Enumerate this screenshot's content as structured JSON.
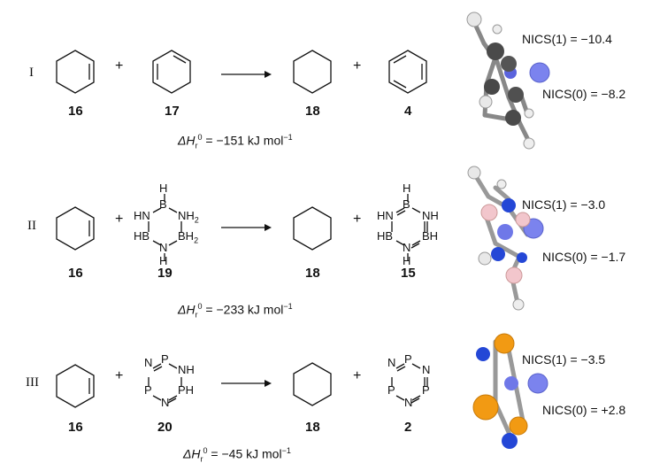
{
  "reactions": [
    {
      "roman": "I",
      "reactant1": "16",
      "reactant2": "17",
      "product1": "18",
      "product2": "4",
      "plus": "+",
      "dh_prefix": "ΔH",
      "dh_sub": "r",
      "dh_sup": "0",
      "dh_value": " = −151 kJ mol",
      "dh_unit_sup": "−1",
      "nics1": "NICS(1) = −10.4",
      "nics0": "NICS(0) = −8.2"
    },
    {
      "roman": "II",
      "reactant1": "16",
      "reactant2": "19",
      "product1": "18",
      "product2": "15",
      "plus": "+",
      "dh_prefix": "ΔH",
      "dh_sub": "r",
      "dh_sup": "0",
      "dh_value": " = −233 kJ mol",
      "dh_unit_sup": "−1",
      "nics1": "NICS(1) = −3.0",
      "nics0": "NICS(0) = −1.7"
    },
    {
      "roman": "III",
      "reactant1": "16",
      "reactant2": "20",
      "product1": "18",
      "product2": "2",
      "plus": "+",
      "dh_prefix": "ΔH",
      "dh_sub": "r",
      "dh_sup": "0",
      "dh_value": " = −45 kJ mol",
      "dh_unit_sup": "−1",
      "nics1": "NICS(1) = −3.5",
      "nics0": "NICS(0) = +2.8"
    }
  ],
  "atoms": {
    "H": "H",
    "N": "N",
    "B": "B",
    "P": "P",
    "NH": "NH",
    "PH": "PH",
    "HN": "HN",
    "HB": "HB",
    "BH": "BH",
    "NH2": "NH",
    "BH2": "BH",
    "sub2": "2"
  },
  "colors": {
    "carbon": "#4a4a4a",
    "hydrogen": "#f2f2f2",
    "nitrogen": "#2447d6",
    "boron": "#f2c6cc",
    "phosphorus": "#f29a13",
    "ghost": "#6f78e8"
  }
}
